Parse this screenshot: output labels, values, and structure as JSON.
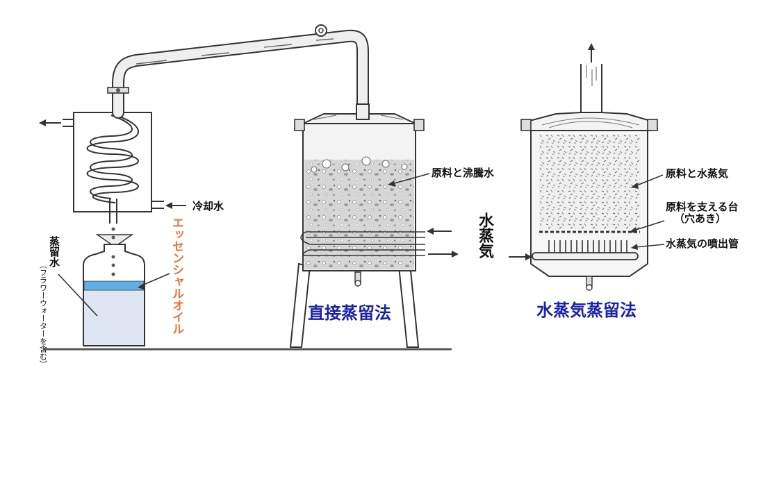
{
  "labels": {
    "cooling_water": "冷却水",
    "raw_boiling": "原料と沸騰水",
    "steam_inlet": "水蒸気",
    "direct_title": "直接蒸留法",
    "raw_steam": "原料と水蒸気",
    "support_line1": "原料を支える台",
    "support_line2": "（穴あき）",
    "nozzle": "水蒸気の噴出管",
    "steam_title": "水蒸気蒸留法",
    "essential_oil": "エッセンシャルオイル",
    "distilled_water": "蒸留水",
    "flower_water_note": "（フラワーウォーターを含む）"
  },
  "colors": {
    "title_blue": "#1a22a8",
    "oil_orange": "#e8743a",
    "oil_layer": "#5fb0e8",
    "water_fill": "#dde6f2",
    "vessel_fill": "#e9e9e9",
    "line": "#333333"
  }
}
